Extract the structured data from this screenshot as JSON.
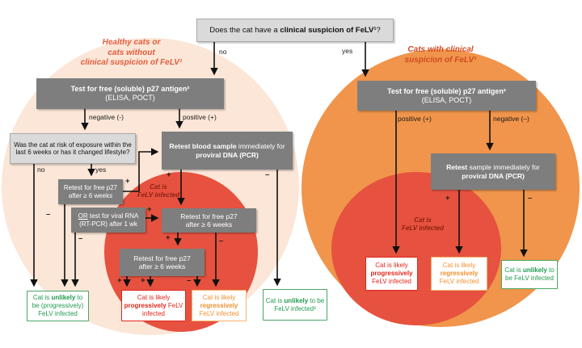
{
  "colors": {
    "peach_circle": "#fbe6d7",
    "orange_circle": "#f0954b",
    "red_circle": "#e6523f",
    "gray_box": "#7e7e7e",
    "light_gray_box": "#dadada",
    "green": "#1e9b4d",
    "red": "#e1251c",
    "orange": "#f0902f",
    "header_left": "#e45c3c",
    "header_right": "#d14a24",
    "infected_note": "#8e2013"
  },
  "top_question": {
    "pre": "Does the cat have a ",
    "bold": "clinical suspicion of FeLV¹",
    "post": "?"
  },
  "edges": {
    "no": "no",
    "yes": "yes",
    "negative_left": "negative (-)",
    "positive_left": "positive (+)",
    "positive_right": "positive (+)",
    "negative_right": "negative (–)",
    "plus": "+",
    "minus": "–"
  },
  "left": {
    "header_lines": [
      "Healthy cats or",
      "cats without",
      "clinical suspicion of FeLV¹"
    ],
    "antigen_test": {
      "line1": "Test for free (soluble) p27 antigen²",
      "line2": "(ELISA, POCT)"
    },
    "risk_question": "Was the cat at risk of exposure within the last 6 weeks or has it changed lifestyle?",
    "retest1": {
      "line1": "Retest for free p27",
      "line2": "after ≥ 6 weeks"
    },
    "or_test": {
      "or": "OR",
      "line1_rest": " test for viral RNA",
      "line2": "(RT-PCR) after 1 wk"
    },
    "infected_note_lines": [
      "Cat is",
      "FeLV infected"
    ]
  },
  "center": {
    "pcr": {
      "bold1": "Retest blood sample",
      "mid": " immediately for ",
      "bold2": "proviral DNA (PCR)"
    },
    "retest2": {
      "line1": "Retest for free p27",
      "line2": "after ≥ 6 weeks"
    },
    "retest3": {
      "line1": "Retest for free p27",
      "line2": "after ≥ 6 weeks"
    }
  },
  "right": {
    "header_lines": [
      "Cats with clinical",
      "suspicion of FeLV¹"
    ],
    "antigen_test": {
      "line1": "Test for free (soluble) p27 antigen²",
      "line2": "(ELISA, POCT)"
    },
    "pcr": {
      "bold1": "Retest",
      "mid": " sample immediately for ",
      "bold2": "proviral DNA (PCR)"
    },
    "infected_note_lines": [
      "Cat is",
      "FeLV infected"
    ]
  },
  "outcomes": {
    "unlikely_prog": {
      "pre": "Cat is ",
      "bold": "unlikely",
      "post": " to be (progressively) FeLV infected"
    },
    "likely_prog_left": {
      "pre": "Cat is likely ",
      "bold": "progressively",
      "post": " FeLV infected"
    },
    "likely_regr_left": {
      "pre": "Cat is likely ",
      "bold": "regressively",
      "post": " FeLV infected"
    },
    "unlikely_note3": {
      "pre": "Cat is ",
      "bold": "unlikely",
      "post": " to be FeLV infected³"
    },
    "likely_prog_right": {
      "pre": "Cat is likely ",
      "bold": "progressively",
      "post": " FeLV infected"
    },
    "likely_regr_right": {
      "pre": "Cat is likely ",
      "bold": "regressively",
      "post": " FeLV infected"
    },
    "unlikely_right": {
      "pre": "Cat is ",
      "bold": "unlikely",
      "post": " to be FeLV infected"
    }
  }
}
